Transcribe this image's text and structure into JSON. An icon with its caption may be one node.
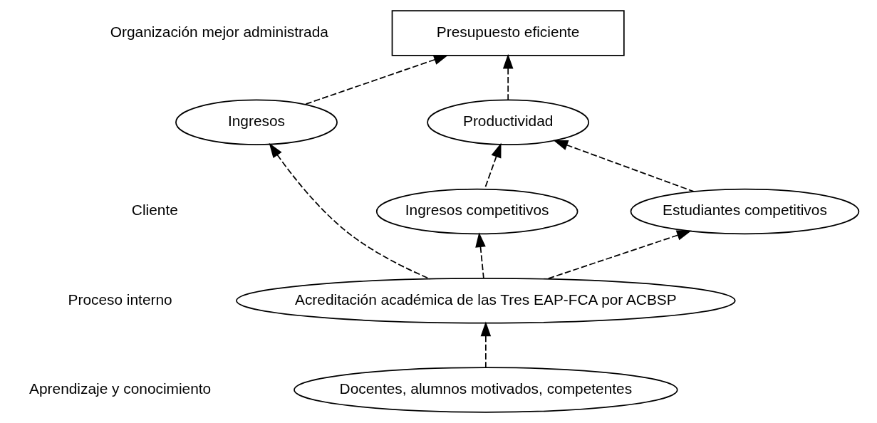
{
  "diagram": {
    "nodes": [
      {
        "text": [
          "Presupuesto eficiente"
        ]
      },
      {
        "text": [
          "Ingresos"
        ]
      },
      {
        "text": [
          "Productividad"
        ]
      },
      {
        "text": [
          "Ingresos competitivos"
        ]
      },
      {
        "text": [
          "Estudiantes competitivos"
        ]
      },
      {
        "text": [
          "Acreditación académica de las Tres EAP-FCA por ACBSP"
        ]
      },
      {
        "text": [
          "Docentes, alumnos motivados, competentes"
        ]
      }
    ],
    "edges": [
      {
        "from": 1,
        "to": 0,
        "arrow": "to",
        "style": "dashed"
      },
      {
        "from": 2,
        "to": 0,
        "arrow": "to",
        "style": "dashed"
      },
      {
        "from": 3,
        "to": 2,
        "arrow": "to",
        "style": "dashed"
      },
      {
        "from": 4,
        "to": 2,
        "arrow": "to",
        "style": "dashed"
      },
      {
        "from": 5,
        "to": 3,
        "arrow": "to",
        "style": "dashed"
      },
      {
        "from": 5,
        "to": 4,
        "arrow": "to",
        "style": "dashed"
      },
      {
        "from": 5,
        "to": 1,
        "arrow": "to",
        "style": "dashed"
      },
      {
        "from": 6,
        "to": 5,
        "arrow": "to",
        "style": "dashed"
      }
    ],
    "labels": [
      "Organización mejor administrada",
      "Cliente",
      "Proceso interno",
      "Aprendizaje y conocimiento"
    ]
  }
}
